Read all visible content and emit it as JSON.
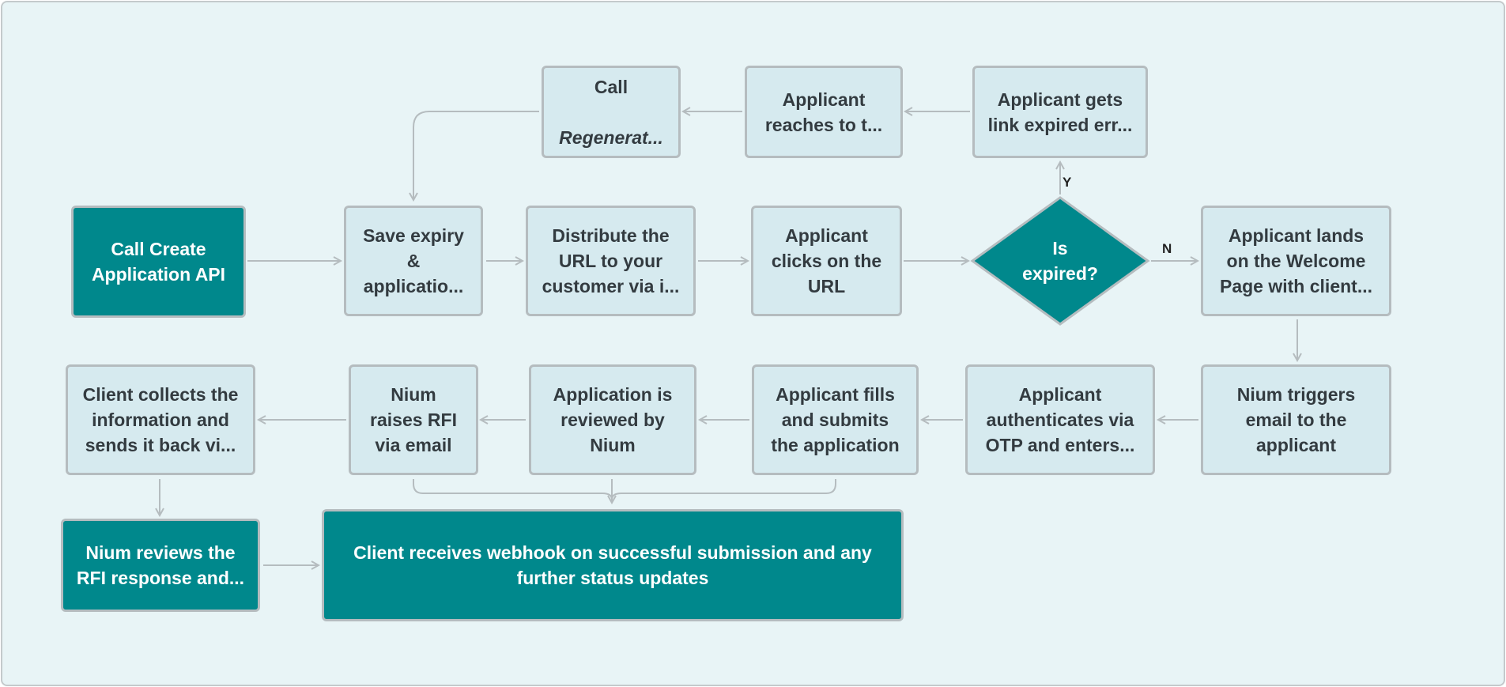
{
  "diagram": {
    "nodes": {
      "create_api": "Call Create\nApplication API",
      "save_expiry": "Save expiry\n&\napplicatio...",
      "distribute_url": "Distribute the\nURL to your\ncustomer via i...",
      "clicks_url": "Applicant\nclicks on the\nURL",
      "is_expired": "Is\nexpired?",
      "lands_welcome": "Applicant lands\non the Welcome\nPage with client...",
      "call_regenerate_1": "Call",
      "call_regenerate_2": "Regenerat...",
      "reaches": "Applicant\nreaches to t...",
      "expired_error": "Applicant gets\nlink expired err...",
      "triggers_email": "Nium triggers\nemail to the\napplicant",
      "authenticates": "Applicant\nauthenticates via\nOTP and enters...",
      "fills_submits": "Applicant fills\nand submits\nthe application",
      "reviewed": "Application is\nreviewed by\nNium",
      "raises_rfi": "Nium\nraises RFI\nvia email",
      "client_collects": "Client collects the\ninformation and\nsends it back vi...",
      "reviews_rfi": "Nium reviews the\nRFI response and...",
      "webhook": "Client receives webhook on successful submission and any\nfurther status updates"
    },
    "edge_labels": {
      "yes": "Y",
      "no": "N"
    },
    "colors": {
      "teal": "#00888c",
      "light_box": "#d6eaef",
      "border": "#b5bcbf",
      "arrow": "#b5bcbf",
      "background": "#e8f4f6"
    }
  }
}
